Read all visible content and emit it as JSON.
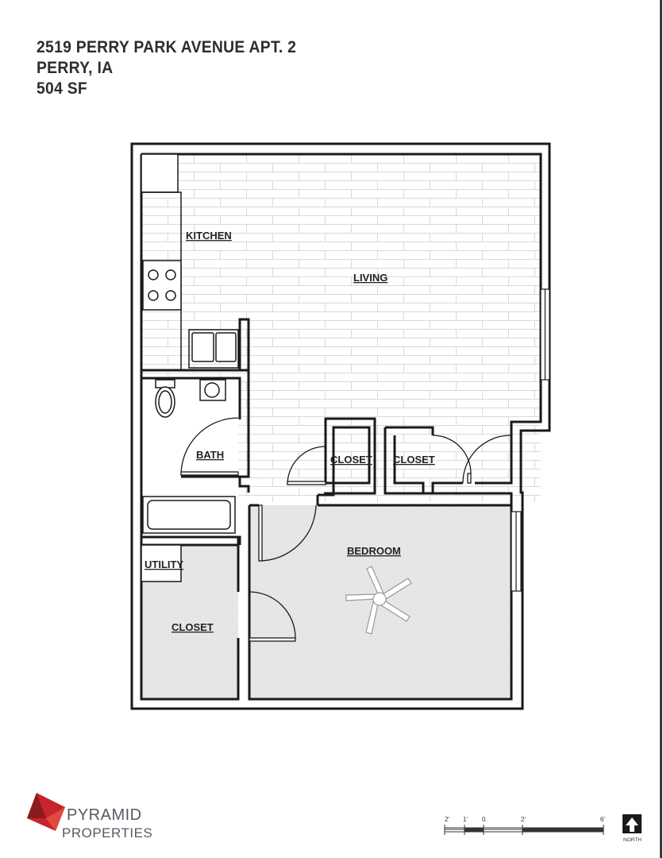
{
  "header": {
    "address_line1": "2519 PERRY PARK AVENUE APT. 2",
    "address_line2": "PERRY, IA",
    "area": "504 SF"
  },
  "rooms": {
    "kitchen": "KITCHEN",
    "living": "LIVING",
    "bath": "BATH",
    "closet_1": "CLOSET",
    "closet_2": "CLOSET",
    "utility": "UTILITY",
    "closet_3": "CLOSET",
    "bedroom": "BEDROOM"
  },
  "logo": {
    "line1": "PYRAMID",
    "line2": "PROPERTIES",
    "accent_color": "#c8242b"
  },
  "scale": {
    "ticks": [
      "2'",
      "1'",
      "0",
      "2'",
      "6'"
    ]
  },
  "north_label": "NORTH",
  "colors": {
    "wall": "#1a1a1a",
    "floor_tile_line": "#d8d8d8",
    "carpet": "#e6e6e6"
  }
}
